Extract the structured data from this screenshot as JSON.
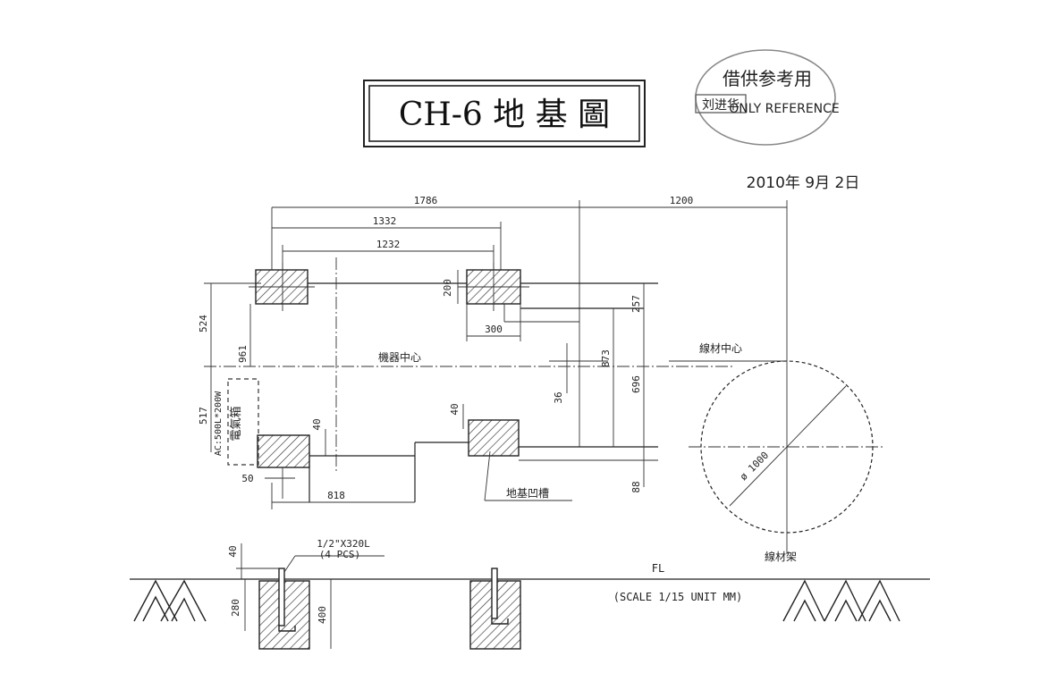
{
  "title": "CH-6 地 基 圖",
  "stamp": {
    "line1": "借供参考用",
    "name": "刘进华",
    "line2": "ONLY REFERENCE",
    "date": "2010年 9月 2日"
  },
  "dimensions": {
    "d1786": "1786",
    "d1200": "1200",
    "d1332": "1332",
    "d1232": "1232",
    "d200": "200",
    "d300": "300",
    "d257": "257",
    "d524": "524",
    "d961": "961",
    "d517": "517",
    "d40a": "40",
    "d40b": "40",
    "d36": "36",
    "d873": "873",
    "d696": "696",
    "d50": "50",
    "d818": "818",
    "d88": "88",
    "d40c": "40",
    "d280": "280",
    "d400": "400"
  },
  "labels": {
    "machine_center": "機器中心",
    "wire_center": "線材中心",
    "electrical_box_ac": "AC:500L*200W",
    "electrical_box": "電氣箱",
    "foundation_pit": "地基凹槽",
    "diameter": "ø 1000",
    "wire_frame": "線材架",
    "bolt_spec": "1/2\"X320L",
    "bolt_count": "(4 PCS)",
    "floor": "FL",
    "scale": "(SCALE 1/15    UNIT MM)"
  }
}
